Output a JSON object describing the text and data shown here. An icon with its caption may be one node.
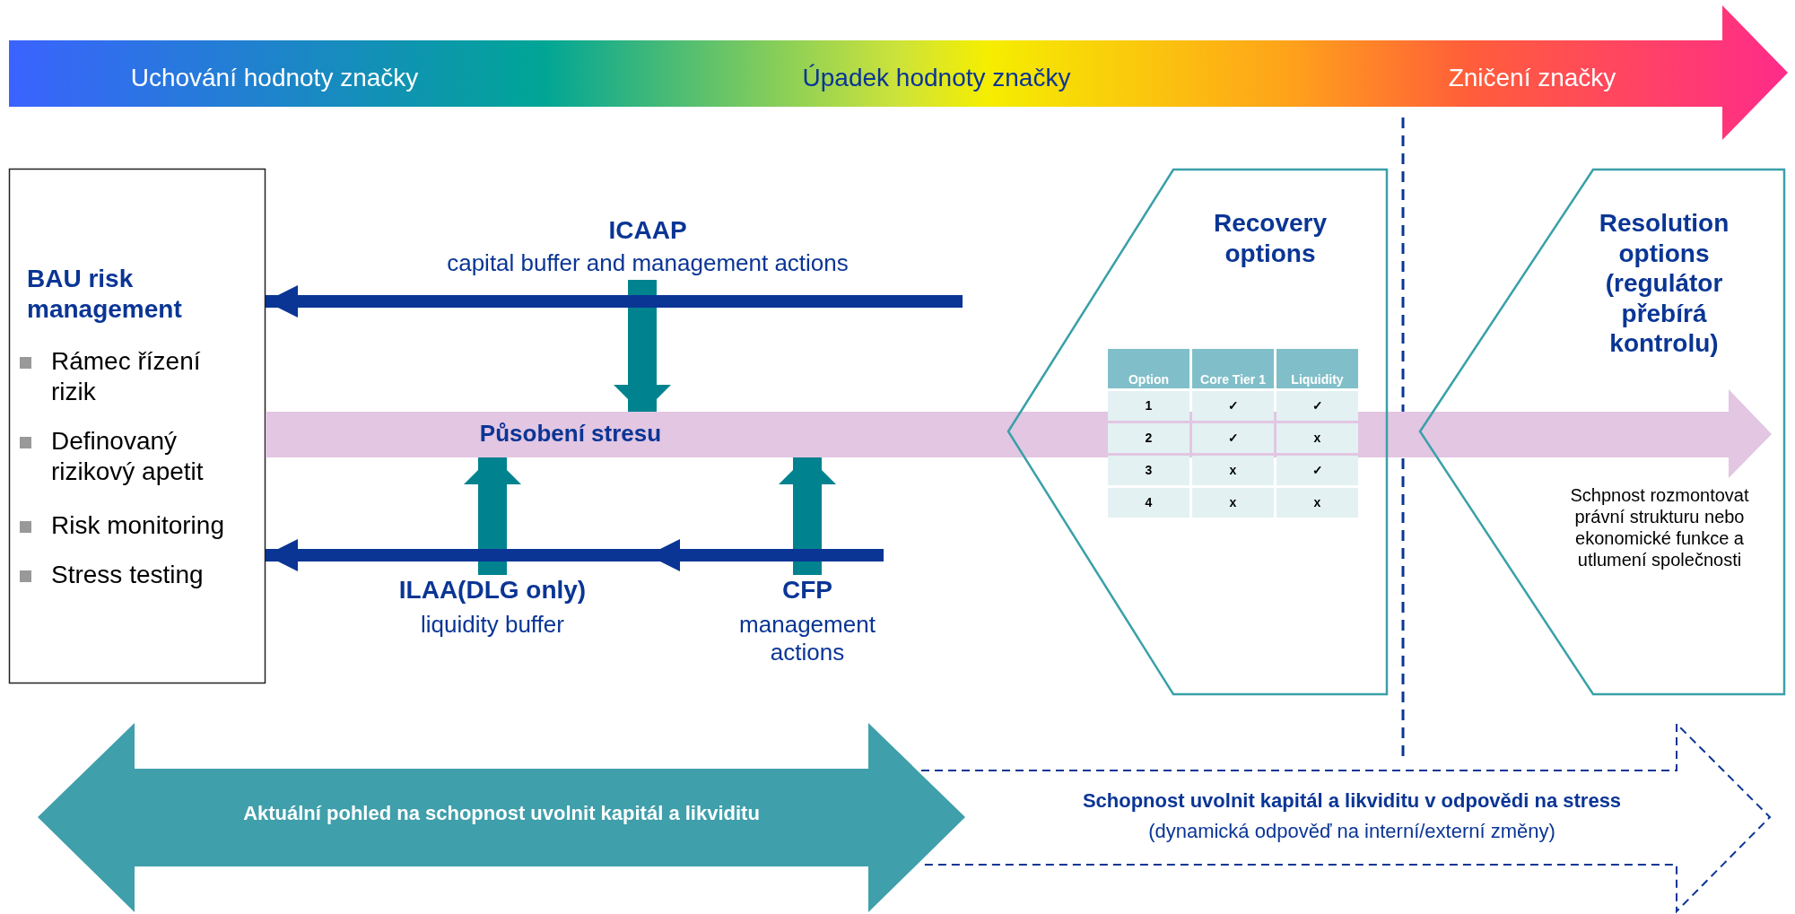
{
  "diagram": {
    "nodes": [
      {
        "text": [
          "Uchování hodnoty značky",
          "Úpadek hodnoty značky",
          "Zničení značky"
        ]
      },
      {
        "text": [
          "BAU risk management",
          "Rámec řízení rizik",
          "Definovaný rizikový apetit",
          "Risk monitoring",
          "Stress testing"
        ]
      },
      {
        "text": [
          "ICAAP",
          "capital buffer and management actions"
        ]
      },
      {
        "text": [
          "Působení stresu"
        ]
      },
      {
        "text": [
          "ILAA(DLG only)",
          "liquidity buffer"
        ]
      },
      {
        "text": [
          "CFP",
          "management actions"
        ]
      },
      {
        "text": [
          "Recovery options"
        ]
      },
      {
        "text": [
          "Resolution options (regulátor přebírá kontrolu)",
          "Schpnost rozmontovat právní strukturu nebo ekonomické funkce a utlumení společnosti"
        ]
      },
      {
        "text": [
          "Aktuální pohled na schopnost uvolnit kapitál a likviditu"
        ]
      },
      {
        "text": [
          "Schopnost uvolnit kapitál a likviditu v odpovědi na stress",
          "(dynamická odpověď na interní/externí změny)"
        ]
      }
    ],
    "edges": [
      {
        "from": 2,
        "to": 3,
        "arrow": "to",
        "style": "thick",
        "color": "#00838f"
      },
      {
        "from": 4,
        "to": 3,
        "arrow": "to",
        "style": "thick",
        "color": "#00838f"
      },
      {
        "from": 5,
        "to": 3,
        "arrow": "to",
        "style": "thick",
        "color": "#00838f"
      },
      {
        "from": 2,
        "to": 1,
        "arrow": "to"
      },
      {
        "from": 4,
        "to": 1,
        "arrow": "to"
      },
      {
        "from": 5,
        "to": 4,
        "arrow": "to"
      }
    ],
    "labels": [
      "Option",
      "Core Tier 1",
      "Liquidity",
      "1",
      "✓",
      "✓",
      "2",
      "✓",
      "x",
      "3",
      "x",
      "✓",
      "4",
      "x",
      "x"
    ]
  }
}
